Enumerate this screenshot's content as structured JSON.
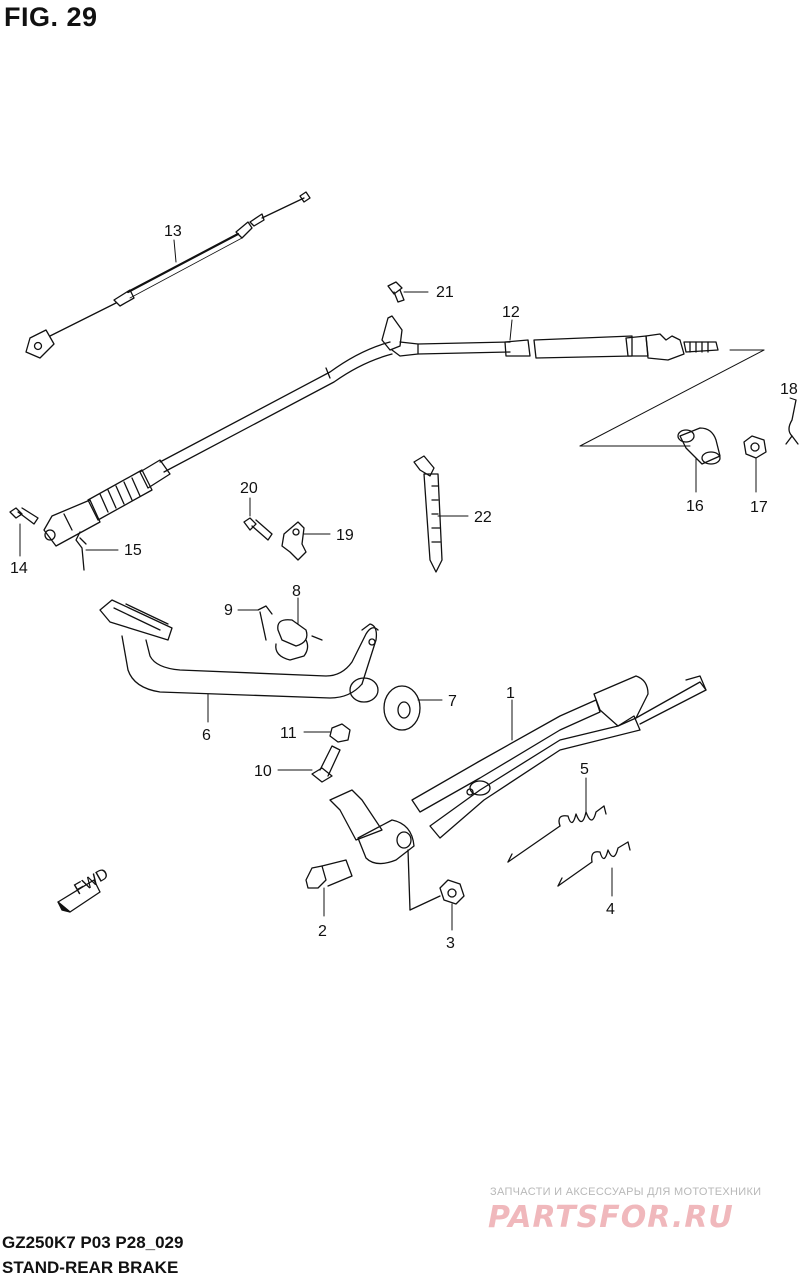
{
  "figure": {
    "title": "FIG. 29"
  },
  "footer": {
    "model_code": "GZ250K7 P03 P28_029",
    "caption": "STAND-REAR BRAKE"
  },
  "watermark": {
    "tagline": "ЗАПЧАСТИ И АКСЕССУАРЫ ДЛЯ МОТОТЕХНИКИ",
    "logo": "PARTSFOR.RU"
  },
  "fwd_label": "FWD",
  "callouts": {
    "c1": "1",
    "c2": "2",
    "c3": "3",
    "c4": "4",
    "c5": "5",
    "c6": "6",
    "c7": "7",
    "c8": "8",
    "c9": "9",
    "c10": "10",
    "c11": "11",
    "c12": "12",
    "c13": "13",
    "c14": "14",
    "c15": "15",
    "c16": "16",
    "c17": "17",
    "c18": "18",
    "c19": "19",
    "c20": "20",
    "c21": "21",
    "c22": "22"
  }
}
